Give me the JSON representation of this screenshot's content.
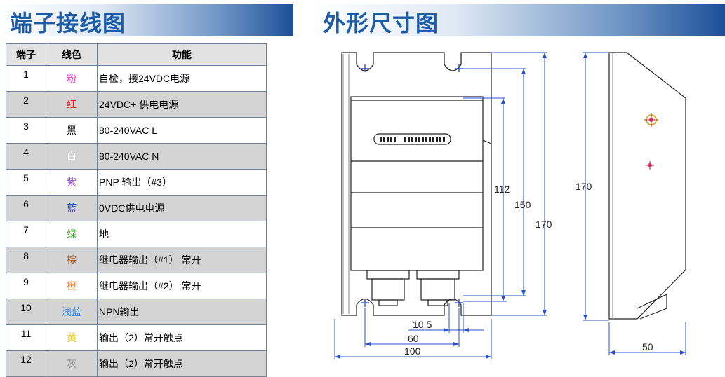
{
  "left_title": "端子接线图",
  "right_title": "外形尺寸图",
  "table": {
    "headers": [
      "端子",
      "线色",
      "功能"
    ],
    "rows": [
      {
        "num": "1",
        "color": "粉",
        "hex": "#e040e0",
        "func": "自检，接24VDC电源"
      },
      {
        "num": "2",
        "color": "红",
        "hex": "#e02020",
        "func": "24VDC+ 供电电源"
      },
      {
        "num": "3",
        "color": "黑",
        "hex": "#000000",
        "func": "80-240VAC  L"
      },
      {
        "num": "4",
        "color": "白",
        "hex": "#ffffff",
        "func": "80-240VAC  N"
      },
      {
        "num": "5",
        "color": "紫",
        "hex": "#8a3bd6",
        "func": "PNP 输出（#3）"
      },
      {
        "num": "6",
        "color": "蓝",
        "hex": "#1f3fd6",
        "func": "0VDC供电电源"
      },
      {
        "num": "7",
        "color": "绿",
        "hex": "#22a022",
        "func": "地"
      },
      {
        "num": "8",
        "color": "棕",
        "hex": "#9a5a2a",
        "func": "继电器输出（#1）;常开"
      },
      {
        "num": "9",
        "color": "橙",
        "hex": "#f08020",
        "func": "继电器输出（#2）;常开"
      },
      {
        "num": "10",
        "color": "浅蓝",
        "hex": "#3a88e8",
        "func": "NPN输出"
      },
      {
        "num": "11",
        "color": "黄",
        "hex": "#e0c000",
        "func": "输出（2）常开触点"
      },
      {
        "num": "12",
        "color": "灰",
        "hex": "#8a8a8a",
        "func": "输出（2）常开触点"
      }
    ]
  },
  "dimensions": {
    "d112": "112",
    "d150": "150",
    "d170_front": "170",
    "d170_side": "170",
    "d10_5": "10.5",
    "d60": "60",
    "d100": "100",
    "d50": "50"
  }
}
